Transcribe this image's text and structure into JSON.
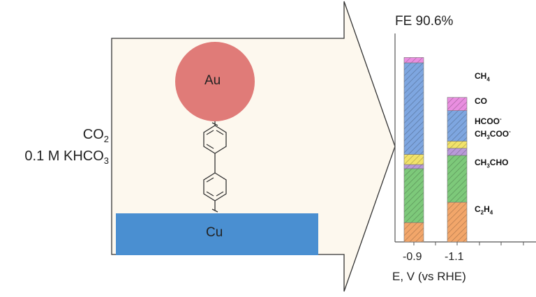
{
  "conditions": {
    "gas": "CO",
    "gas_sub": "2",
    "electrolyte_prefix": "0.1 M KHCO",
    "electrolyte_sub": "3"
  },
  "scheme": {
    "top_label": "Au",
    "bottom_label": "Cu"
  },
  "colors": {
    "panel_bg": "#fdf8ee",
    "au_sphere": "#e07b78",
    "cu_slab": "#4a8fd1"
  },
  "chart_data": {
    "type": "bar",
    "stacked": true,
    "title": "FE 90.6%",
    "xlabel": "E, V (vs RHE)",
    "categories": [
      "-0.9",
      "-1.1"
    ],
    "ylim": [
      0,
      100
    ],
    "series": [
      {
        "name": "C2H4",
        "color": "#f2a66a",
        "values": [
          9.5,
          19.5
        ]
      },
      {
        "name": "CH3CHO",
        "color": "#7dc97a",
        "values": [
          26.5,
          23
        ]
      },
      {
        "name": "CH3COO-",
        "color": "#b99ad9",
        "values": [
          2,
          3.5
        ]
      },
      {
        "name": "HCOO-",
        "color": "#f2e36a",
        "values": [
          5,
          3.5
        ]
      },
      {
        "name": "CO",
        "color": "#7ea6e0",
        "values": [
          45,
          15
        ]
      },
      {
        "name": "CH4",
        "color": "#e98ee0",
        "values": [
          2.6,
          6.5
        ]
      }
    ],
    "legend_labels": [
      {
        "series": "CH4",
        "base": "CH",
        "sub": "4",
        "sup": ""
      },
      {
        "series": "CO",
        "base": "CO",
        "sub": "",
        "sup": ""
      },
      {
        "series": "HCOO-",
        "base": "HCOO",
        "sub": "",
        "sup": "-"
      },
      {
        "series": "CH3COO-",
        "base": "CH",
        "sub": "3",
        "rest": "COO",
        "sup": "-"
      },
      {
        "series": "CH3CHO",
        "base": "CH",
        "sub": "3",
        "rest": "CHO",
        "sup": ""
      },
      {
        "series": "C2H4",
        "base": "C",
        "sub": "2",
        "rest": "H",
        "sub2": "4",
        "sup": ""
      }
    ]
  }
}
